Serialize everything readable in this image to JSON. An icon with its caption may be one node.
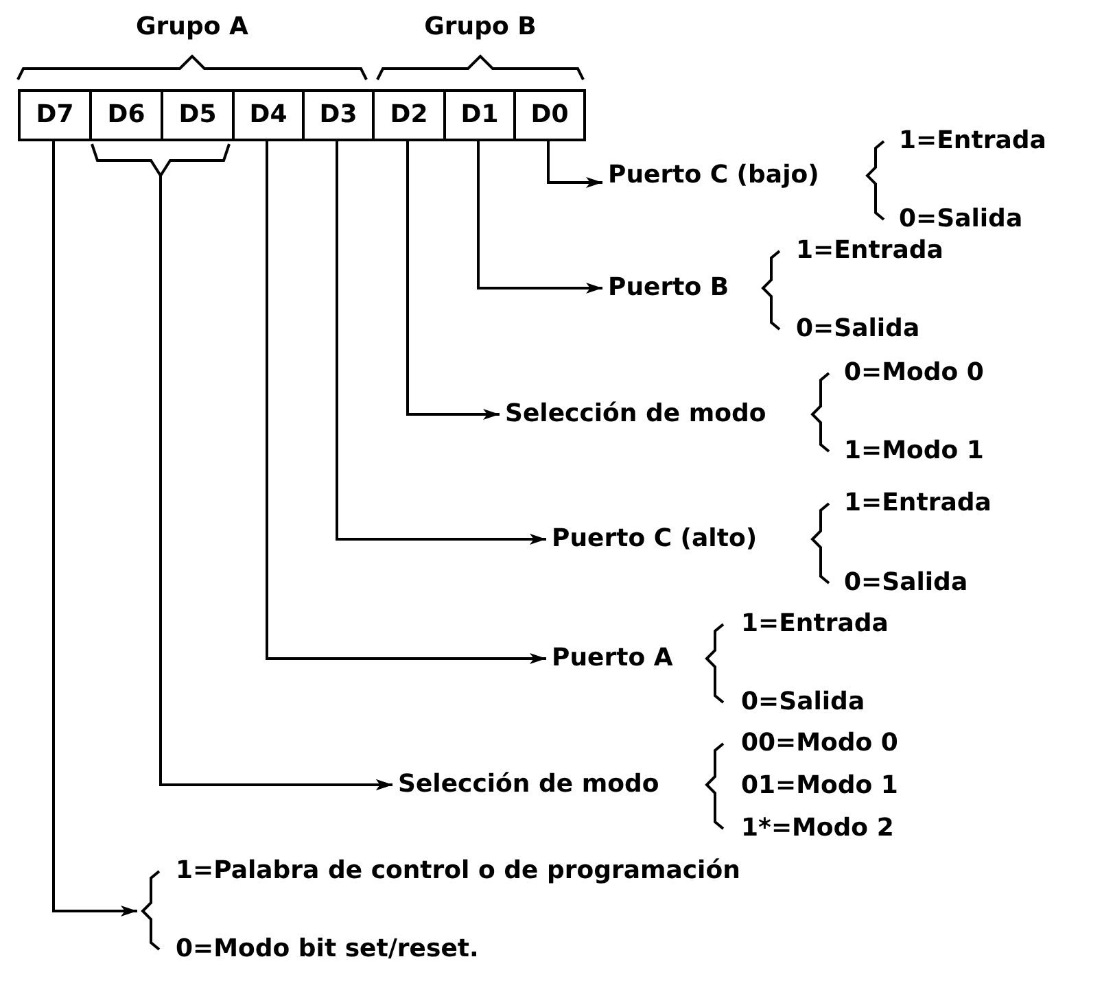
{
  "diagram": {
    "nodes": [
      {
        "text": [
          "D7"
        ]
      },
      {
        "text": [
          "D6"
        ]
      },
      {
        "text": [
          "D5"
        ]
      },
      {
        "text": [
          "D4"
        ]
      },
      {
        "text": [
          "D3"
        ]
      },
      {
        "text": [
          "D2"
        ]
      },
      {
        "text": [
          "D1"
        ]
      },
      {
        "text": [
          "D0"
        ]
      },
      {
        "text": [
          "Puerto C (bajo)"
        ],
        "beside": [
          "1=Entrada",
          "0=Salida"
        ]
      },
      {
        "text": [
          "Puerto B"
        ],
        "beside": [
          "1=Entrada",
          "0=Salida"
        ]
      },
      {
        "text": [
          "Selección de modo"
        ],
        "beside": [
          "0=Modo 0",
          "1=Modo 1"
        ]
      },
      {
        "text": [
          "Puerto C (alto)"
        ],
        "beside": [
          "1=Entrada",
          "0=Salida"
        ]
      },
      {
        "text": [
          "Puerto A"
        ],
        "beside": [
          "1=Entrada",
          "0=Salida"
        ]
      },
      {
        "text": [
          "Selección de modo"
        ],
        "beside": [
          "00=Modo 0",
          "01=Modo 1",
          "1*=Modo 2"
        ]
      },
      {
        "text": [],
        "shape": "brace",
        "beside": [
          "1=Palabra de control o de programación",
          "0=Modo bit set/reset."
        ]
      }
    ],
    "edges": [
      {
        "from": 7,
        "to": 8,
        "arrow": "to"
      },
      {
        "from": 6,
        "to": 9,
        "arrow": "to"
      },
      {
        "from": 5,
        "to": 10,
        "arrow": "to"
      },
      {
        "from": 4,
        "to": 11,
        "arrow": "to"
      },
      {
        "from": 3,
        "to": 12,
        "arrow": "to"
      },
      {
        "from": 1,
        "to": 13,
        "arrow": "to"
      },
      {
        "from": 2,
        "to": 13,
        "arrow": "to"
      },
      {
        "from": 0,
        "to": 14,
        "arrow": "to"
      }
    ],
    "labels": [
      "Grupo A",
      "Grupo B"
    ]
  }
}
